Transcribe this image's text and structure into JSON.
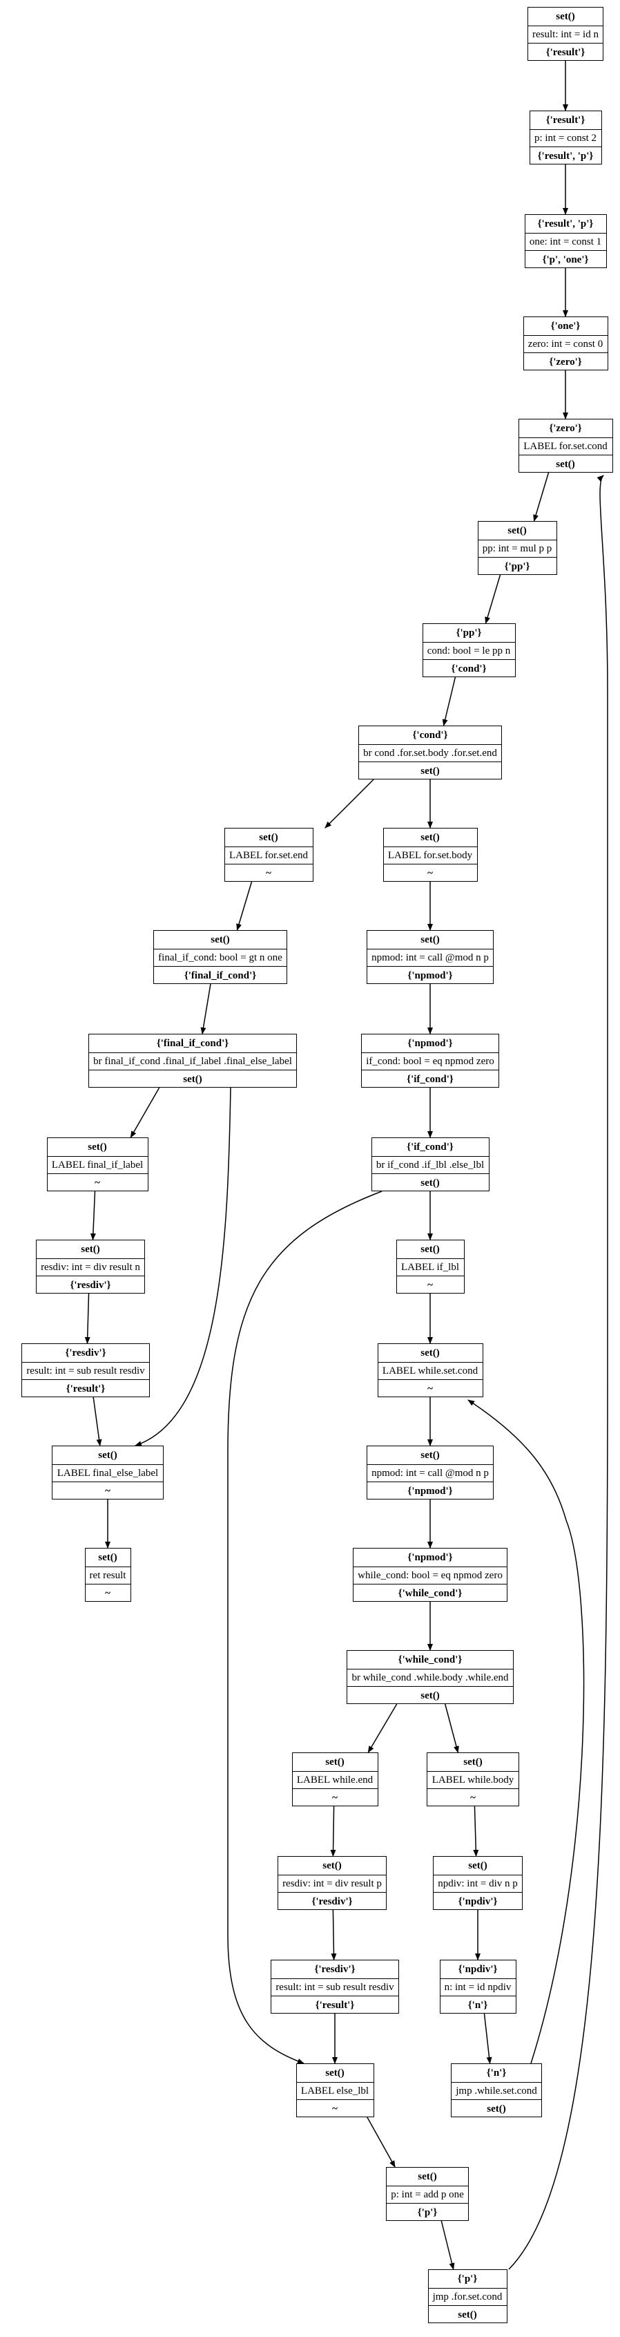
{
  "nodes": [
    {
      "id": "n1",
      "pre": "set()",
      "instr": "result: int = id n",
      "post": "{'result'}"
    },
    {
      "id": "n2",
      "pre": "{'result'}",
      "instr": "p: int = const 2",
      "post": "{'result', 'p'}"
    },
    {
      "id": "n3",
      "pre": "{'result', 'p'}",
      "instr": "one: int = const 1",
      "post": "{'p', 'one'}"
    },
    {
      "id": "n4",
      "pre": "{'one'}",
      "instr": "zero: int = const 0",
      "post": "{'zero'}"
    },
    {
      "id": "n5",
      "pre": "{'zero'}",
      "instr": "LABEL for.set.cond",
      "post": "set()"
    },
    {
      "id": "n6",
      "pre": "set()",
      "instr": "pp: int = mul p p",
      "post": "{'pp'}"
    },
    {
      "id": "n7",
      "pre": "{'pp'}",
      "instr": "cond: bool = le pp n",
      "post": "{'cond'}"
    },
    {
      "id": "n8",
      "pre": "{'cond'}",
      "instr": "br cond .for.set.body .for.set.end",
      "post": "set()"
    },
    {
      "id": "n9",
      "pre": "set()",
      "instr": "LABEL for.set.end",
      "post": "~"
    },
    {
      "id": "n10",
      "pre": "set()",
      "instr": "LABEL for.set.body",
      "post": "~"
    },
    {
      "id": "n11",
      "pre": "set()",
      "instr": "final_if_cond: bool = gt n one",
      "post": "{'final_if_cond'}"
    },
    {
      "id": "n12",
      "pre": "set()",
      "instr": "npmod: int = call @mod n p",
      "post": "{'npmod'}"
    },
    {
      "id": "n13",
      "pre": "{'final_if_cond'}",
      "instr": "br final_if_cond .final_if_label .final_else_label",
      "post": "set()"
    },
    {
      "id": "n14",
      "pre": "{'npmod'}",
      "instr": "if_cond: bool = eq npmod zero",
      "post": "{'if_cond'}"
    },
    {
      "id": "n15",
      "pre": "set()",
      "instr": "LABEL final_if_label",
      "post": "~"
    },
    {
      "id": "n16",
      "pre": "{'if_cond'}",
      "instr": "br if_cond .if_lbl .else_lbl",
      "post": "set()"
    },
    {
      "id": "n17",
      "pre": "set()",
      "instr": "resdiv: int = div result n",
      "post": "{'resdiv'}"
    },
    {
      "id": "n18",
      "pre": "set()",
      "instr": "LABEL if_lbl",
      "post": "~"
    },
    {
      "id": "n19",
      "pre": "{'resdiv'}",
      "instr": "result: int = sub result resdiv",
      "post": "{'result'}"
    },
    {
      "id": "n20",
      "pre": "set()",
      "instr": "LABEL while.set.cond",
      "post": "~"
    },
    {
      "id": "n21",
      "pre": "set()",
      "instr": "LABEL final_else_label",
      "post": "~"
    },
    {
      "id": "n22",
      "pre": "set()",
      "instr": "npmod: int = call @mod n p",
      "post": "{'npmod'}"
    },
    {
      "id": "n23",
      "pre": "set()",
      "instr": "ret result",
      "post": "~"
    },
    {
      "id": "n24",
      "pre": "{'npmod'}",
      "instr": "while_cond: bool = eq npmod zero",
      "post": "{'while_cond'}"
    },
    {
      "id": "n25",
      "pre": "{'while_cond'}",
      "instr": "br while_cond .while.body .while.end",
      "post": "set()"
    },
    {
      "id": "n26",
      "pre": "set()",
      "instr": "LABEL while.end",
      "post": "~"
    },
    {
      "id": "n27",
      "pre": "set()",
      "instr": "LABEL while.body",
      "post": "~"
    },
    {
      "id": "n28",
      "pre": "set()",
      "instr": "resdiv: int = div result p",
      "post": "{'resdiv'}"
    },
    {
      "id": "n29",
      "pre": "set()",
      "instr": "npdiv: int = div n p",
      "post": "{'npdiv'}"
    },
    {
      "id": "n30",
      "pre": "{'resdiv'}",
      "instr": "result: int = sub result resdiv",
      "post": "{'result'}"
    },
    {
      "id": "n31",
      "pre": "{'npdiv'}",
      "instr": "n: int = id npdiv",
      "post": "{'n'}"
    },
    {
      "id": "n32",
      "pre": "set()",
      "instr": "LABEL else_lbl",
      "post": "~"
    },
    {
      "id": "n33",
      "pre": "{'n'}",
      "instr": "jmp .while.set.cond",
      "post": "set()"
    },
    {
      "id": "n34",
      "pre": "set()",
      "instr": "p: int = add p one",
      "post": "{'p'}"
    },
    {
      "id": "n35",
      "pre": "{'p'}",
      "instr": "jmp .for.set.cond",
      "post": "set()"
    }
  ],
  "edges": [
    {
      "from": "n1",
      "to": "n2"
    },
    {
      "from": "n2",
      "to": "n3"
    },
    {
      "from": "n3",
      "to": "n4"
    },
    {
      "from": "n4",
      "to": "n5"
    },
    {
      "from": "n5",
      "to": "n6"
    },
    {
      "from": "n6",
      "to": "n7"
    },
    {
      "from": "n7",
      "to": "n8"
    },
    {
      "from": "n8",
      "to": "n9"
    },
    {
      "from": "n8",
      "to": "n10"
    },
    {
      "from": "n9",
      "to": "n11"
    },
    {
      "from": "n10",
      "to": "n12"
    },
    {
      "from": "n11",
      "to": "n13"
    },
    {
      "from": "n12",
      "to": "n14"
    },
    {
      "from": "n13",
      "to": "n15"
    },
    {
      "from": "n13",
      "to": "n21"
    },
    {
      "from": "n14",
      "to": "n16"
    },
    {
      "from": "n15",
      "to": "n17"
    },
    {
      "from": "n16",
      "to": "n18"
    },
    {
      "from": "n16",
      "to": "n32"
    },
    {
      "from": "n17",
      "to": "n19"
    },
    {
      "from": "n18",
      "to": "n20"
    },
    {
      "from": "n19",
      "to": "n21"
    },
    {
      "from": "n20",
      "to": "n22"
    },
    {
      "from": "n21",
      "to": "n23"
    },
    {
      "from": "n22",
      "to": "n24"
    },
    {
      "from": "n24",
      "to": "n25"
    },
    {
      "from": "n25",
      "to": "n26"
    },
    {
      "from": "n25",
      "to": "n27"
    },
    {
      "from": "n26",
      "to": "n28"
    },
    {
      "from": "n27",
      "to": "n29"
    },
    {
      "from": "n28",
      "to": "n30"
    },
    {
      "from": "n29",
      "to": "n31"
    },
    {
      "from": "n30",
      "to": "n32"
    },
    {
      "from": "n31",
      "to": "n33"
    },
    {
      "from": "n32",
      "to": "n34"
    },
    {
      "from": "n33",
      "to": "n20"
    },
    {
      "from": "n34",
      "to": "n35"
    },
    {
      "from": "n35",
      "to": "n5"
    }
  ]
}
